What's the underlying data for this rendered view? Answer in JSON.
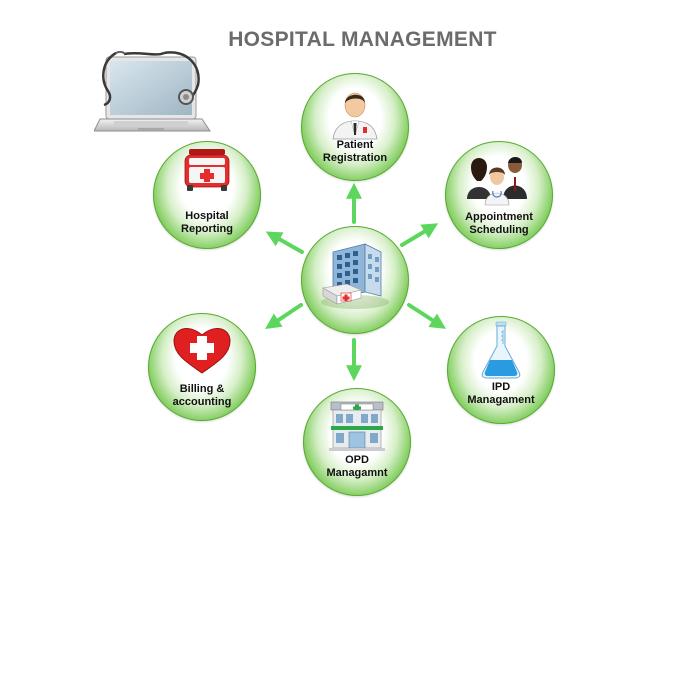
{
  "title": "HOSPITAL MANAGEMENT",
  "center": {
    "icon": "hospital-building-icon"
  },
  "nodes": {
    "patient": {
      "line1": "Patient",
      "line2": "Registration",
      "icon": "doctor-icon"
    },
    "appointment": {
      "line1": "Appointment",
      "line2": "Scheduling",
      "icon": "people-icon"
    },
    "hospital_reporting": {
      "line1": "Hospital",
      "line2": "Reporting",
      "icon": "ambulance-icon"
    },
    "billing": {
      "line1": "Billing &",
      "line2": "accounting",
      "icon": "heart-cross-icon"
    },
    "ipd": {
      "line1": "IPD",
      "line2": "Managament",
      "icon": "flask-icon"
    },
    "opd": {
      "line1": "OPD",
      "line2": "Managamnt",
      "icon": "clinic-building-icon"
    }
  },
  "decoration": {
    "icon": "laptop-stethoscope-icon"
  },
  "colors": {
    "arrow": "#5dd65d",
    "node_edge": "#45a61f",
    "title": "#6b6b6b",
    "cross": "#e52d2d"
  }
}
